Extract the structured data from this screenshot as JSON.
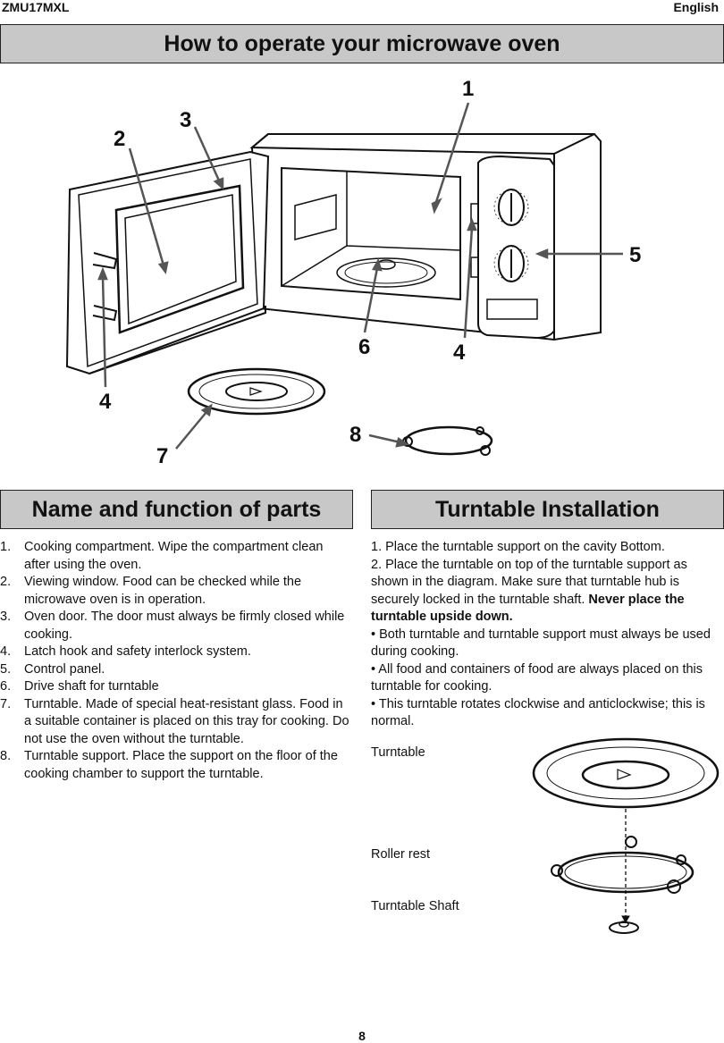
{
  "header": {
    "model": "ZMU17MXL",
    "language": "English"
  },
  "main_title": "How to operate your microwave oven",
  "diagram": {
    "callouts": [
      "1",
      "2",
      "3",
      "4",
      "4",
      "5",
      "6",
      "7",
      "8"
    ]
  },
  "parts_section": {
    "title": "Name and function of parts",
    "items": [
      {
        "num": "1.",
        "text": "Cooking compartment. Wipe the compartment clean after using the oven."
      },
      {
        "num": "2.",
        "text": "Viewing window. Food can be checked while the microwave oven is in operation."
      },
      {
        "num": "3.",
        "text": "Oven door. The door must always be firmly closed while cooking."
      },
      {
        "num": "4.",
        "text": "Latch hook and safety interlock system."
      },
      {
        "num": "5.",
        "text": "Control panel."
      },
      {
        "num": "6.",
        "text": "Drive shaft for turntable"
      },
      {
        "num": "7.",
        "text": "Turntable. Made of special heat-resistant glass. Food in a suitable container is placed on this tray for  cooking. Do not use the oven without the turntable."
      },
      {
        "num": "8.",
        "text": "Turntable support. Place the support on the floor of the cooking chamber to support the turntable."
      }
    ]
  },
  "install_section": {
    "title": "Turntable Installation",
    "step1": "1. Place the turntable support on the cavity Bottom.",
    "step2": "2. Place the turntable on top of the turntable support as shown in the diagram. Make sure that turntable hub is securely locked in the turntable shaft.",
    "step2_bold": "Never place the turntable upside down.",
    "bullet1": "• Both turntable and turntable support must always be used during cooking.",
    "bullet2": "• All food and containers of food are always placed on this turntable for cooking.",
    "bullet3": "• This turntable rotates clockwise and anticlockwise; this is normal.",
    "label_turntable": "Turntable",
    "label_roller": "Roller rest",
    "label_shaft": "Turntable Shaft"
  },
  "page_number": "8"
}
